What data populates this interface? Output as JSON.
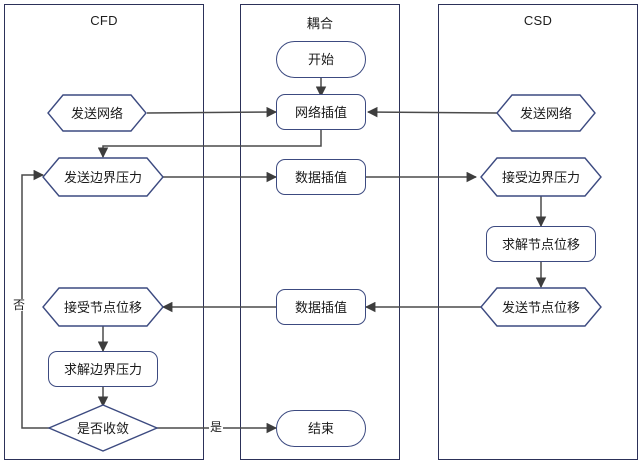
{
  "diagram": {
    "title_colors": {
      "lane_border": "#2c3159",
      "node_border": "#3c4a80",
      "connector": "#4a4a4a",
      "text": "#1a1a1a",
      "background": "#ffffff"
    },
    "lanes": [
      {
        "id": "cfd",
        "label": "CFD"
      },
      {
        "id": "coupling",
        "label": "耦合"
      },
      {
        "id": "csd",
        "label": "CSD"
      }
    ],
    "nodes": [
      {
        "id": "start",
        "lane": "coupling",
        "shape": "stadium",
        "label": "开始"
      },
      {
        "id": "cfd-send-mesh",
        "lane": "cfd",
        "shape": "hexagon",
        "label": "发送网络"
      },
      {
        "id": "mesh-interp",
        "lane": "coupling",
        "shape": "rrect",
        "label": "网络插值"
      },
      {
        "id": "csd-send-mesh",
        "lane": "csd",
        "shape": "hexagon",
        "label": "发送网络"
      },
      {
        "id": "cfd-send-press",
        "lane": "cfd",
        "shape": "hexagon",
        "label": "发送边界压力"
      },
      {
        "id": "data-interp-1",
        "lane": "coupling",
        "shape": "rrect",
        "label": "数据插值"
      },
      {
        "id": "csd-recv-press",
        "lane": "csd",
        "shape": "hexagon",
        "label": "接受边界压力"
      },
      {
        "id": "csd-solve-disp",
        "lane": "csd",
        "shape": "rrect",
        "label": "求解节点位移"
      },
      {
        "id": "csd-send-disp",
        "lane": "csd",
        "shape": "hexagon",
        "label": "发送节点位移"
      },
      {
        "id": "data-interp-2",
        "lane": "coupling",
        "shape": "rrect",
        "label": "数据插值"
      },
      {
        "id": "cfd-recv-disp",
        "lane": "cfd",
        "shape": "hexagon",
        "label": "接受节点位移"
      },
      {
        "id": "cfd-solve-press",
        "lane": "cfd",
        "shape": "rrect",
        "label": "求解边界压力"
      },
      {
        "id": "converged",
        "lane": "cfd",
        "shape": "diamond",
        "label": "是否收敛"
      },
      {
        "id": "end",
        "lane": "coupling",
        "shape": "stadium",
        "label": "结束"
      }
    ],
    "edge_labels": [
      {
        "id": "no",
        "label": "否"
      },
      {
        "id": "yes",
        "label": "是"
      }
    ]
  }
}
